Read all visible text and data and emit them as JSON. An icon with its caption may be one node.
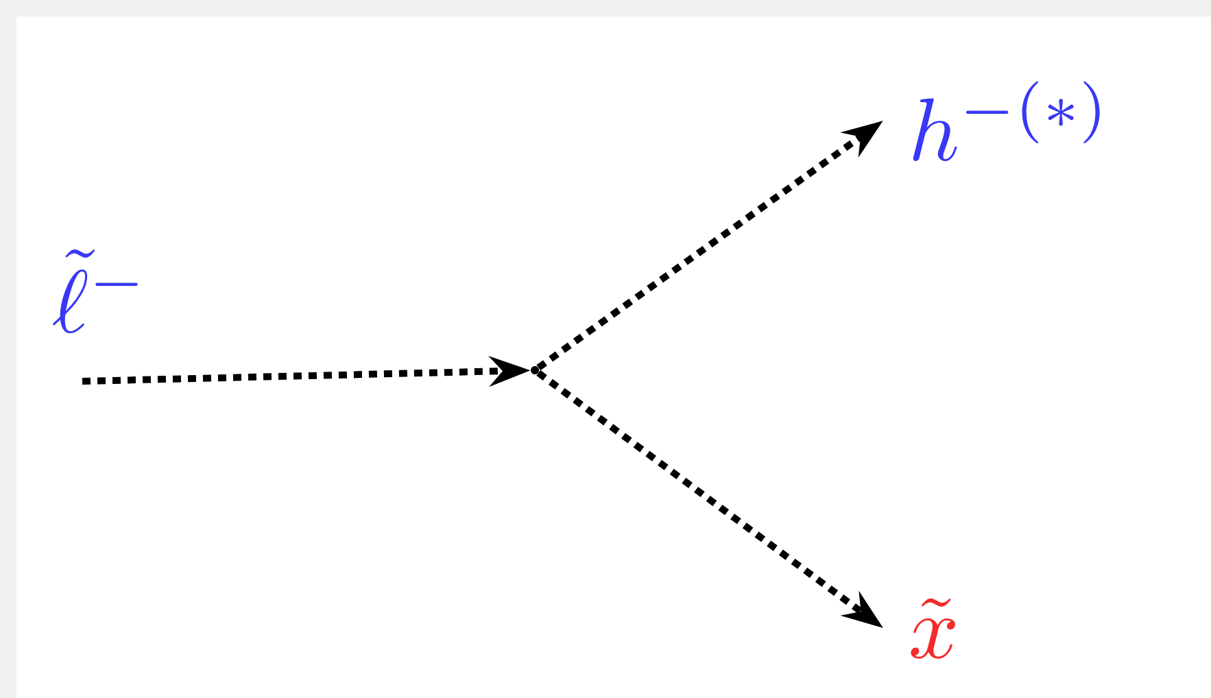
{
  "diagram": {
    "nodes": [
      {
        "text": [],
        "shape": "point"
      },
      {
        "text": [
          "h^{-(*)}"
        ]
      },
      {
        "text": [
          "\\tilde{x}"
        ]
      }
    ],
    "edges": [
      {
        "from": null,
        "to": 0,
        "arrow": "to",
        "label": "\\tilde{\\ell}^{-}"
      },
      {
        "from": 0,
        "to": 1,
        "arrow": "to"
      },
      {
        "from": 0,
        "to": 2,
        "arrow": "to"
      }
    ]
  }
}
